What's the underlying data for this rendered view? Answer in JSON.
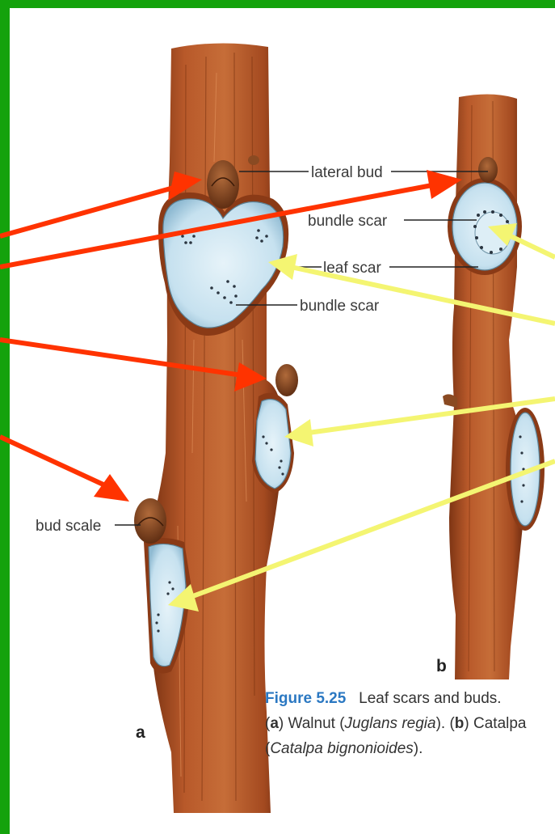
{
  "labels": {
    "lateral_bud": "lateral bud",
    "bundle_scar_a": "bundle scar",
    "bundle_scar_b": "bundle scar",
    "leaf_scar": "leaf scar",
    "bud_scale": "bud scale",
    "panel_a": "a",
    "panel_b": "b"
  },
  "caption": {
    "figure_number": "Figure 5.25",
    "title": "Leaf scars and buds.",
    "a_open": "(",
    "a_letter": "a",
    "a_close": ") Walnut (",
    "walnut_latin": "Juglans regia",
    "sep": "). (",
    "b_letter": "b",
    "b_close": ") Catalpa",
    "catalpa_open": "(",
    "catalpa_latin": "Catalpa bignonioides",
    "end": ")."
  },
  "colors": {
    "frame": "#14a20c",
    "bark": "#b4582a",
    "scar": "#cfe6f2",
    "red_arrow": "#ff3300",
    "yellow_arrow": "#f4f572",
    "figure_number": "#2b78c2"
  }
}
